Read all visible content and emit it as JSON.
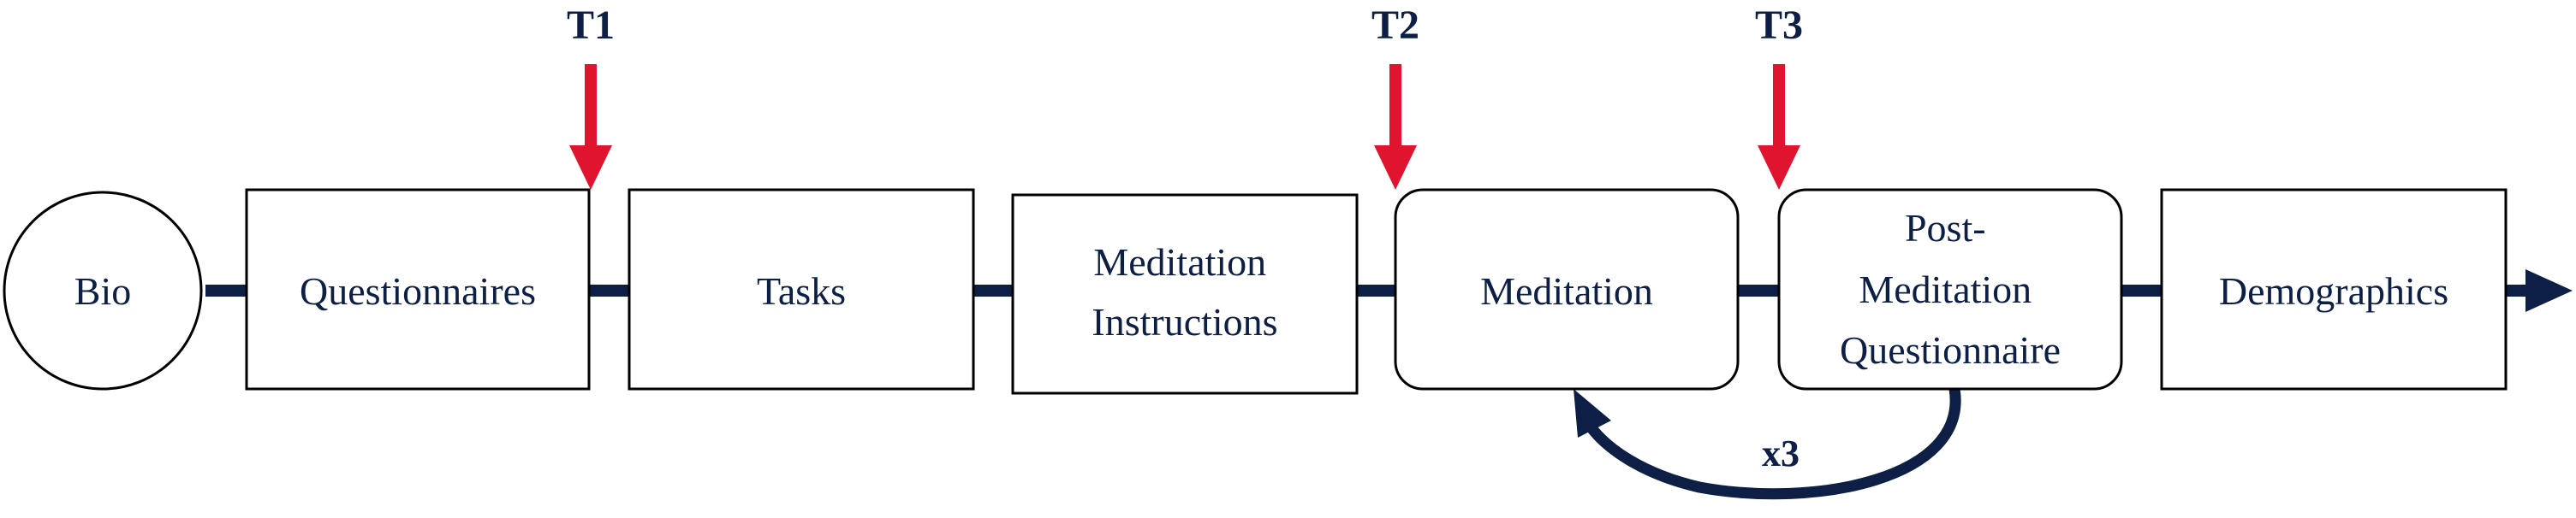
{
  "colors": {
    "line": "#0d1f45",
    "marker_arrow": "#e0142e",
    "box_border": "#000000",
    "text": "#0d1f45"
  },
  "nodes": [
    {
      "id": "bio",
      "shape": "circle",
      "lines": [
        "Bio"
      ]
    },
    {
      "id": "questionnaires",
      "shape": "rect",
      "lines": [
        "Questionnaires"
      ]
    },
    {
      "id": "tasks",
      "shape": "rect",
      "lines": [
        "Tasks"
      ]
    },
    {
      "id": "meditation-instructions",
      "shape": "rect",
      "lines": [
        "Meditation",
        "Instructions"
      ]
    },
    {
      "id": "meditation",
      "shape": "rounded-rect",
      "lines": [
        "Meditation"
      ]
    },
    {
      "id": "post-meditation-questionnaire",
      "shape": "rounded-rect",
      "lines": [
        "Post-",
        "Meditation",
        "Questionnaire"
      ]
    },
    {
      "id": "demographics",
      "shape": "rect",
      "lines": [
        "Demographics"
      ]
    }
  ],
  "time_markers": [
    {
      "label": "T1",
      "before_node": "tasks"
    },
    {
      "label": "T2",
      "before_node": "meditation"
    },
    {
      "label": "T3",
      "before_node": "post-meditation-questionnaire"
    }
  ],
  "loop": {
    "from_node": "post-meditation-questionnaire",
    "to_node": "meditation",
    "label": "x3"
  }
}
